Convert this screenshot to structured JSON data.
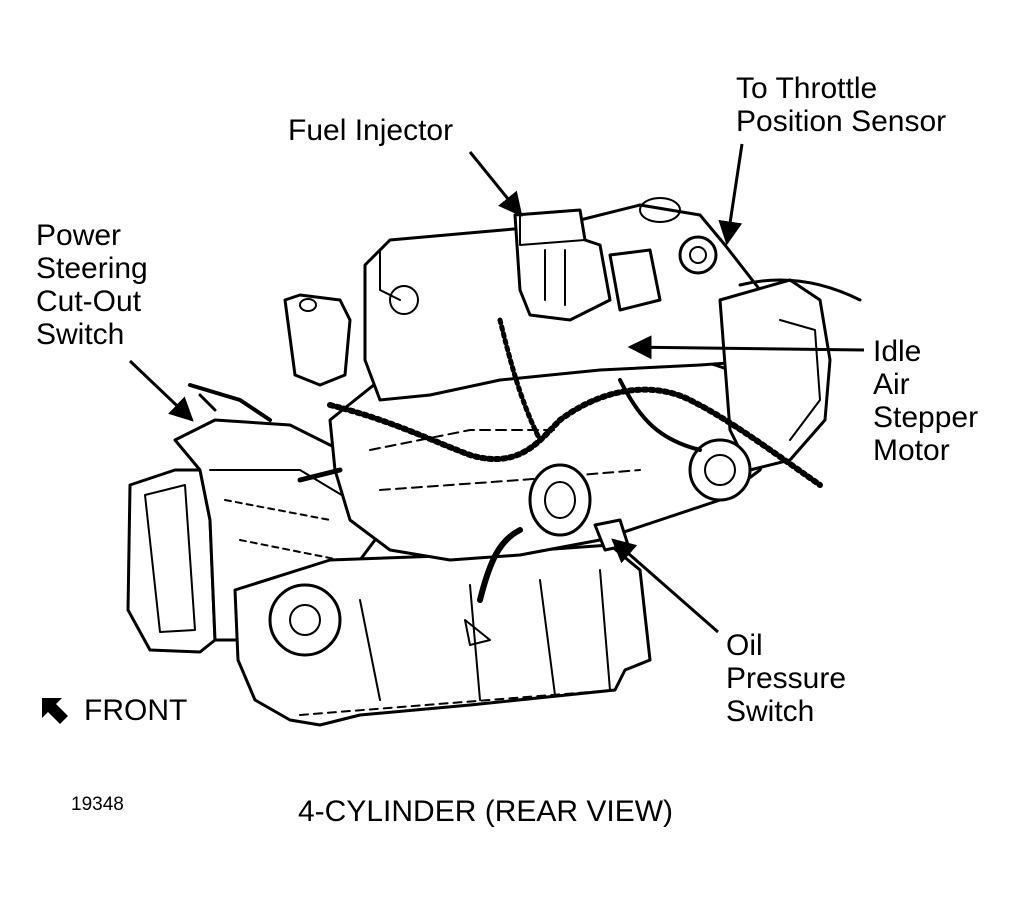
{
  "labels": {
    "fuel_injector": [
      "Fuel Injector"
    ],
    "throttle_sensor": [
      "To Throttle",
      "Position Sensor"
    ],
    "power_steering": [
      "Power",
      "Steering",
      "Cut-Out",
      "Switch"
    ],
    "idle_air": [
      "Idle",
      "Air",
      "Stepper",
      "Motor"
    ],
    "oil_pressure": [
      "Oil",
      "Pressure",
      "Switch"
    ],
    "front": "FRONT"
  },
  "figure_number": "19348",
  "caption": "4-CYLINDER (REAR VIEW)"
}
